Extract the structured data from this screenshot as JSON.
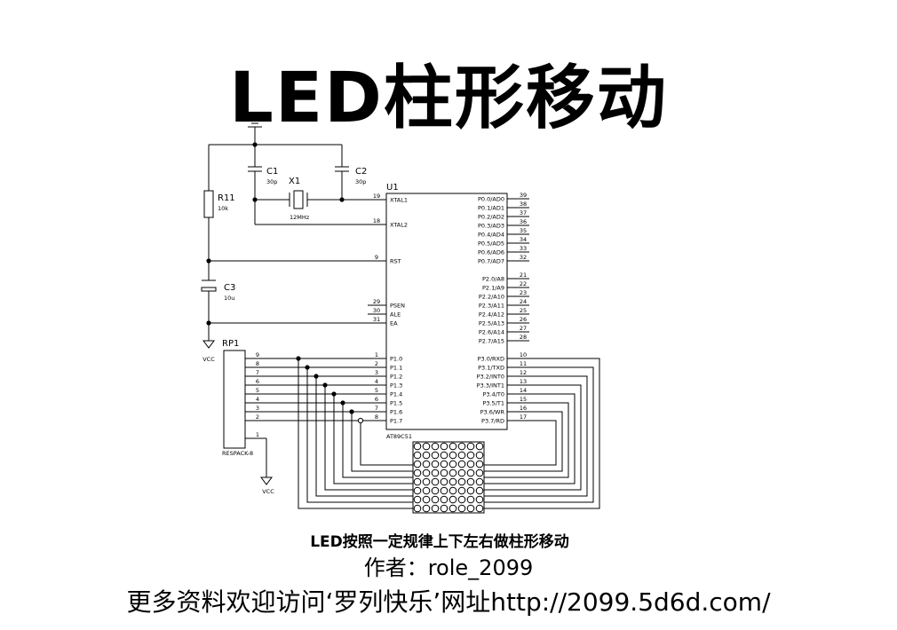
{
  "title": "LED柱形移动",
  "captions": {
    "description": "LED按照一定规律上下左右做柱形移动",
    "author": "作者：role_2099",
    "website": "更多资料欢迎访问‘罗列快乐’网址http://2099.5d6d.com/"
  },
  "schematic": {
    "u1": {
      "ref": "U1",
      "part": "AT89C51",
      "xtal1": {
        "pin": "19",
        "label": "XTAL1"
      },
      "xtal2": {
        "pin": "18",
        "label": "XTAL2"
      },
      "rst": {
        "pin": "9",
        "label": "RST"
      },
      "psen": {
        "pin": "29",
        "label": "PSEN"
      },
      "ale": {
        "pin": "30",
        "label": "ALE"
      },
      "ea": {
        "pin": "31",
        "label": "EA"
      },
      "p0": [
        {
          "pin": "39",
          "label": "P0.0/AD0"
        },
        {
          "pin": "38",
          "label": "P0.1/AD1"
        },
        {
          "pin": "37",
          "label": "P0.2/AD2"
        },
        {
          "pin": "36",
          "label": "P0.3/AD3"
        },
        {
          "pin": "35",
          "label": "P0.4/AD4"
        },
        {
          "pin": "34",
          "label": "P0.5/AD5"
        },
        {
          "pin": "33",
          "label": "P0.6/AD6"
        },
        {
          "pin": "32",
          "label": "P0.7/AD7"
        }
      ],
      "p2": [
        {
          "pin": "21",
          "label": "P2.0/A8"
        },
        {
          "pin": "22",
          "label": "P2.1/A9"
        },
        {
          "pin": "23",
          "label": "P2.2/A10"
        },
        {
          "pin": "24",
          "label": "P2.3/A11"
        },
        {
          "pin": "25",
          "label": "P2.4/A12"
        },
        {
          "pin": "26",
          "label": "P2.5/A13"
        },
        {
          "pin": "27",
          "label": "P2.6/A14"
        },
        {
          "pin": "28",
          "label": "P2.7/A15"
        }
      ],
      "p1": [
        {
          "pin": "1",
          "label": "P1.0"
        },
        {
          "pin": "2",
          "label": "P1.1"
        },
        {
          "pin": "3",
          "label": "P1.2"
        },
        {
          "pin": "4",
          "label": "P1.3"
        },
        {
          "pin": "5",
          "label": "P1.4"
        },
        {
          "pin": "6",
          "label": "P1.5"
        },
        {
          "pin": "7",
          "label": "P1.6"
        },
        {
          "pin": "8",
          "label": "P1.7"
        }
      ],
      "p3": [
        {
          "pin": "10",
          "label": "P3.0/RXD"
        },
        {
          "pin": "11",
          "label": "P3.1/TXD"
        },
        {
          "pin": "12",
          "label": "P3.2/INT0"
        },
        {
          "pin": "13",
          "label": "P3.3/INT1"
        },
        {
          "pin": "14",
          "label": "P3.4/T0"
        },
        {
          "pin": "15",
          "label": "P3.5/T1"
        },
        {
          "pin": "16",
          "label": "P3.6/WR"
        },
        {
          "pin": "17",
          "label": "P3.7/RD"
        }
      ]
    },
    "c1": {
      "ref": "C1",
      "value": "30p"
    },
    "c2": {
      "ref": "C2",
      "value": "30p"
    },
    "c3": {
      "ref": "C3",
      "value": "10u"
    },
    "x1": {
      "ref": "X1",
      "value": "12MHz"
    },
    "r11": {
      "ref": "R11",
      "value": "10k"
    },
    "rp1": {
      "ref": "RP1",
      "part": "RESPACK-8",
      "pins": [
        "9",
        "8",
        "7",
        "6",
        "5",
        "4",
        "3",
        "2"
      ],
      "pin_common": "1"
    },
    "vcc_label": "VCC",
    "matrix": {
      "rows": 8,
      "cols": 8
    }
  }
}
